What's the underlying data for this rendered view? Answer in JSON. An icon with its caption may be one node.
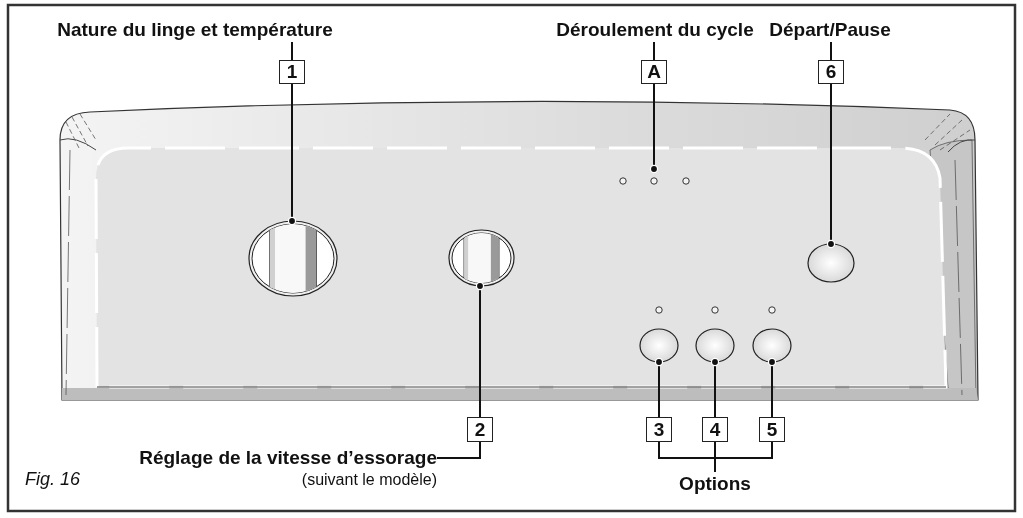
{
  "diagram": {
    "caption": "Fig. 16",
    "nodes": [
      {
        "text": [
          "Nature du linge et température"
        ]
      },
      {
        "text": [
          "1"
        ]
      },
      {
        "text": [
          "Déroulement du cycle"
        ]
      },
      {
        "text": [
          "A"
        ]
      },
      {
        "text": [
          "Départ/Pause"
        ]
      },
      {
        "text": [
          "6"
        ]
      },
      {
        "text": [],
        "shape": "knob"
      },
      {
        "text": [],
        "shape": "knob"
      },
      {
        "text": [],
        "shape": "button"
      },
      {
        "text": [],
        "shape": "button"
      },
      {
        "text": [],
        "shape": "button"
      },
      {
        "text": [],
        "shape": "button"
      },
      {
        "text": [
          "2"
        ]
      },
      {
        "text": [
          "Réglage de la vitesse d’essorage",
          "(suivant le modèle)"
        ]
      },
      {
        "text": [
          "3"
        ]
      },
      {
        "text": [
          "4"
        ]
      },
      {
        "text": [
          "5"
        ]
      },
      {
        "text": [
          "Options"
        ]
      }
    ],
    "edges": [
      {
        "from": 0,
        "to": 1,
        "arrow": "none"
      },
      {
        "from": 1,
        "to": 6,
        "arrow": "other"
      },
      {
        "from": 2,
        "to": 3,
        "arrow": "none"
      },
      {
        "from": 3,
        "to": null,
        "arrow": "other"
      },
      {
        "from": 4,
        "to": 5,
        "arrow": "none"
      },
      {
        "from": 5,
        "to": 8,
        "arrow": "other"
      },
      {
        "from": 12,
        "to": 7,
        "arrow": "other"
      },
      {
        "from": 13,
        "to": 12,
        "arrow": "none"
      },
      {
        "from": 14,
        "to": 9,
        "arrow": "other"
      },
      {
        "from": 15,
        "to": 10,
        "arrow": "other"
      },
      {
        "from": 16,
        "to": 11,
        "arrow": "other"
      },
      {
        "from": 14,
        "to": 17,
        "arrow": "none"
      },
      {
        "from": 15,
        "to": 17,
        "arrow": "none"
      },
      {
        "from": 16,
        "to": 17,
        "arrow": "none"
      }
    ]
  }
}
